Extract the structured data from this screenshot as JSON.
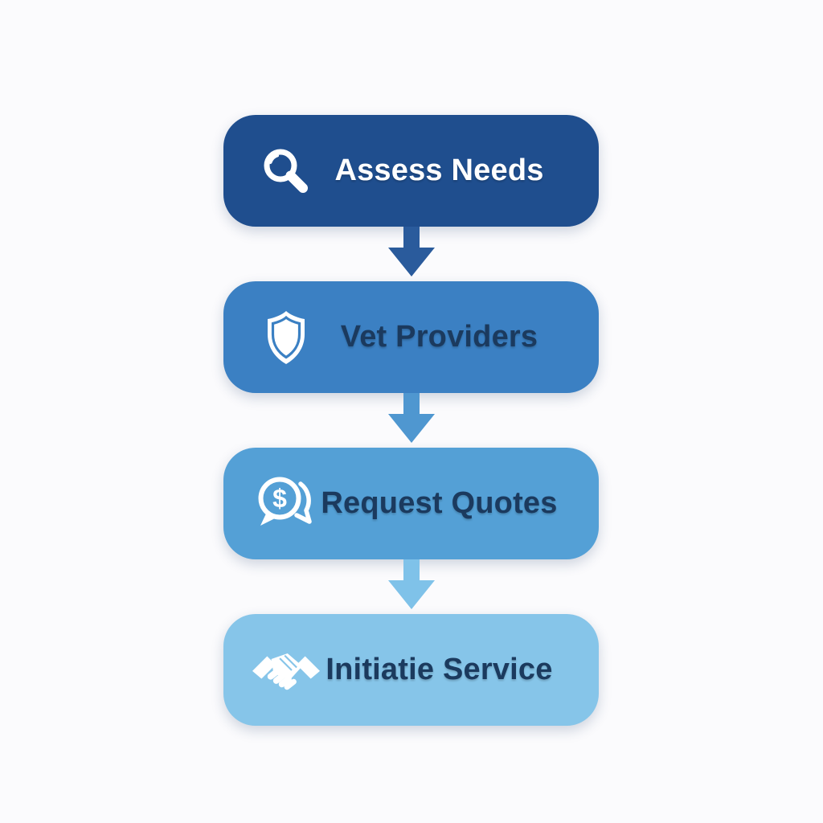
{
  "palette": {
    "background": "#fbfbfd",
    "dark_text": "#1b3a5e",
    "light_text": "#ffffff"
  },
  "flow": {
    "steps": [
      {
        "id": "assess-needs",
        "label": "Assess Needs",
        "icon": "magnifier-icon",
        "box_color": "#1f4e8e",
        "text_color": "#ffffff"
      },
      {
        "id": "vet-providers",
        "label": "Vet Providers",
        "icon": "shield-icon",
        "box_color": "#3b80c3",
        "text_color": "#1b3a5e"
      },
      {
        "id": "request-quotes",
        "label": "Request Quotes",
        "icon": "money-chat-icon",
        "box_color": "#54a0d6",
        "text_color": "#1b3a5e"
      },
      {
        "id": "initiate-service",
        "label": "Initiatie Service",
        "icon": "handshake-icon",
        "box_color": "#86c5e9",
        "text_color": "#1b3a5e"
      }
    ],
    "arrows": [
      {
        "color": "#2a5b9c"
      },
      {
        "color": "#4f97d0"
      },
      {
        "color": "#7fc2e9"
      }
    ],
    "dollar_glyph": "$"
  }
}
